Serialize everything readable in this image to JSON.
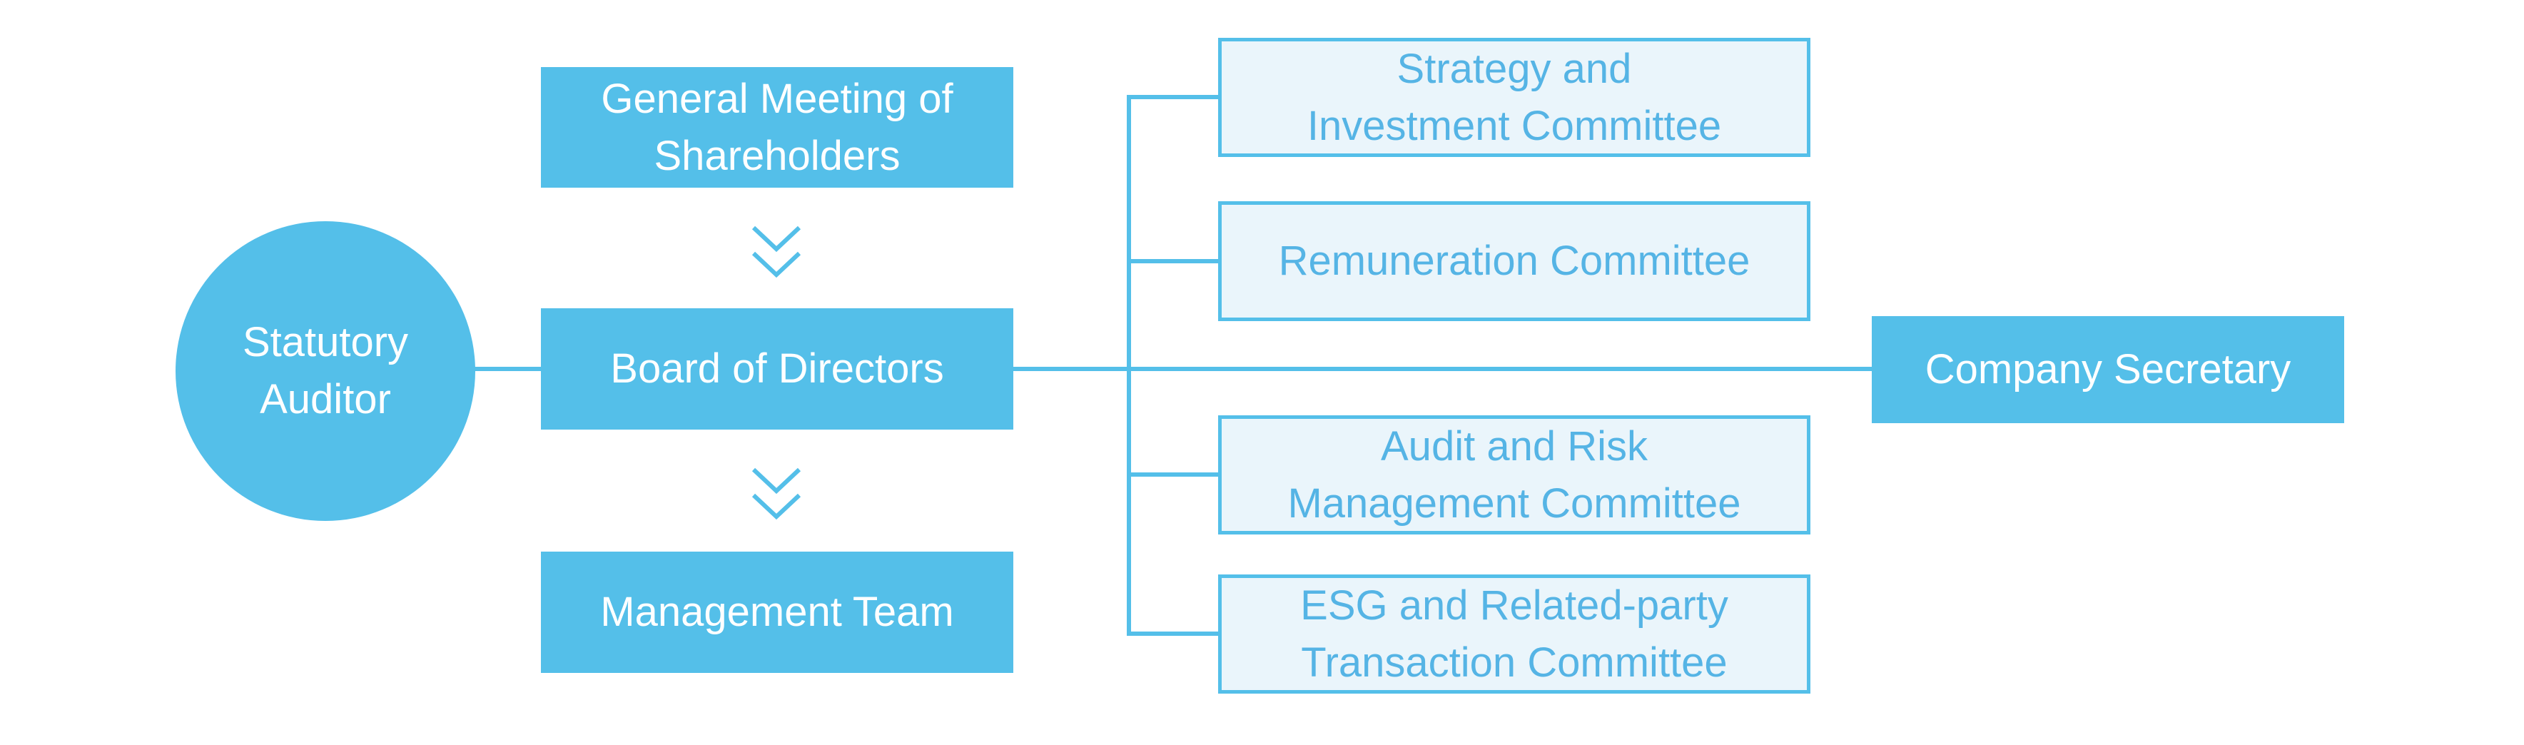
{
  "colors": {
    "primary_blue": "#54BFE9",
    "committee_fill": "#EAF5FB",
    "committee_text": "#55B4E5",
    "solid_box_text": "#FFFFFF",
    "background": "#FFFFFF"
  },
  "auditor": {
    "line1": "Statutory",
    "line2": "Auditor"
  },
  "gms": {
    "line1": "General Meeting of",
    "line2": "Shareholders"
  },
  "board": {
    "label": "Board of Directors"
  },
  "management": {
    "label": "Management Team"
  },
  "committees": [
    {
      "line1": "Strategy and",
      "line2": "Investment Committee"
    },
    {
      "line1": "Remuneration Committee"
    },
    {
      "line1": "Audit and Risk",
      "line2": "Management Committee"
    },
    {
      "line1": "ESG and Related-party",
      "line2": "Transaction Committee"
    }
  ],
  "secretary": {
    "label": "Company Secretary"
  }
}
